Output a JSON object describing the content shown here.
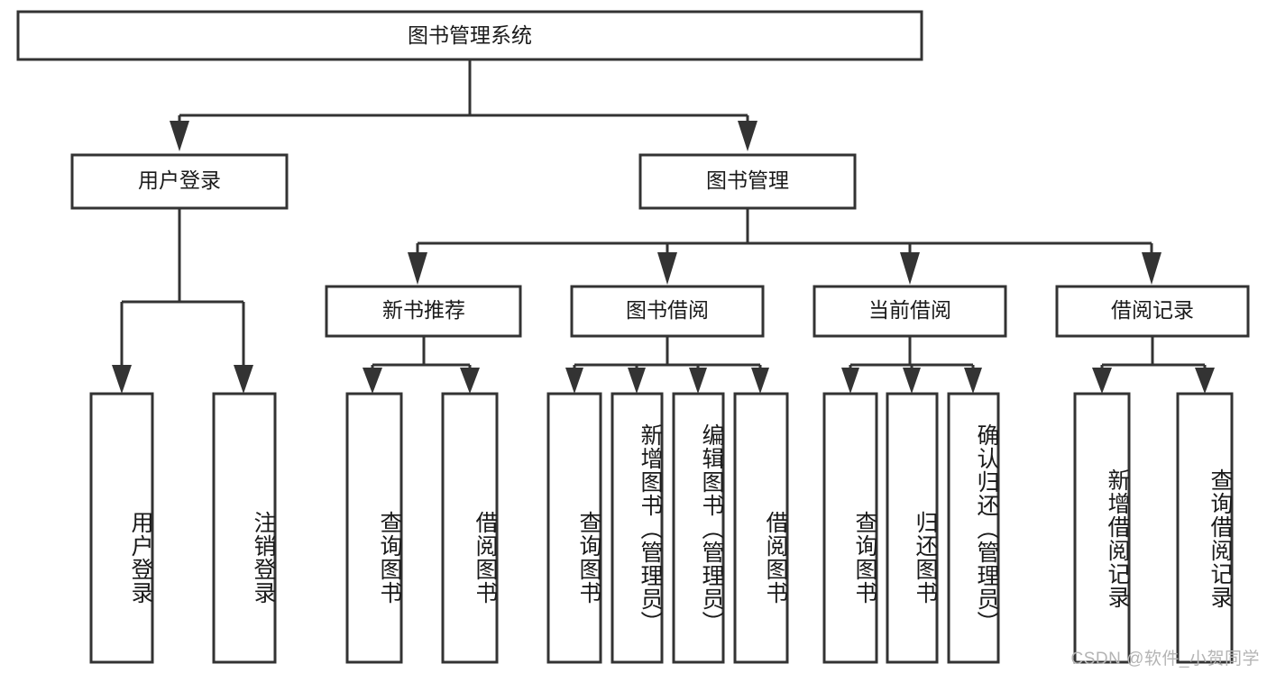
{
  "diagram": {
    "title": "图书管理系统",
    "type": "tree-hierarchy-diagram",
    "colors": {
      "stroke": "#333333",
      "box_fill": "#ffffff",
      "text": "#1a1a1a",
      "watermark": "#b4b4b4",
      "background": "#ffffff"
    },
    "root": {
      "label": "图书管理系统"
    },
    "level1": [
      {
        "label": "用户登录"
      },
      {
        "label": "图书管理"
      }
    ],
    "level2": [
      {
        "label": "新书推荐"
      },
      {
        "label": "图书借阅"
      },
      {
        "label": "当前借阅"
      },
      {
        "label": "借阅记录"
      }
    ],
    "leaves": {
      "user_login": [
        {
          "label": "用户登录"
        },
        {
          "label": "注销登录"
        }
      ],
      "new_book_recommend": [
        {
          "label": "查询图书"
        },
        {
          "label": "借阅图书"
        }
      ],
      "book_borrow": [
        {
          "label": "查询图书"
        },
        {
          "label": "新增图书（管理员）"
        },
        {
          "label": "编辑图书（管理员）"
        },
        {
          "label": "借阅图书"
        }
      ],
      "current_borrow": [
        {
          "label": "查询图书"
        },
        {
          "label": "归还图书"
        },
        {
          "label": "确认归还（管理员）"
        }
      ],
      "borrow_record": [
        {
          "label": "新增借阅记录"
        },
        {
          "label": "查询借阅记录"
        }
      ]
    }
  },
  "watermark": {
    "text": "CSDN @软件_小贺同学"
  }
}
